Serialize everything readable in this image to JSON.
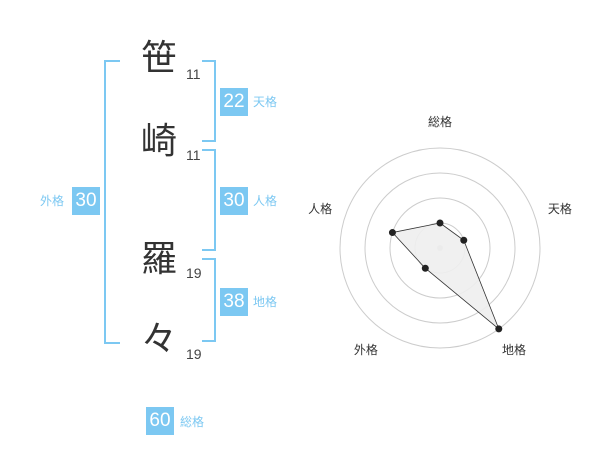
{
  "name": {
    "chars": [
      {
        "char": "笹",
        "strokes": "11"
      },
      {
        "char": "崎",
        "strokes": "11"
      },
      {
        "char": "羅",
        "strokes": "19"
      },
      {
        "char": "々",
        "strokes": "19"
      }
    ]
  },
  "fortunes": {
    "tenkaku": {
      "value": "22",
      "label": "天格"
    },
    "jinkaku": {
      "value": "30",
      "label": "人格"
    },
    "chikaku": {
      "value": "38",
      "label": "地格"
    },
    "gaikaku": {
      "value": "30",
      "label": "外格"
    },
    "soukaku": {
      "value": "60",
      "label": "総格"
    }
  },
  "colors": {
    "accent": "#7cc8f2",
    "radar_fill": "#eeeeee",
    "ring": "#cccccc"
  },
  "chart_data": {
    "type": "radar",
    "axes": [
      "総格",
      "天格",
      "地格",
      "外格",
      "人格"
    ],
    "values": [
      1,
      1,
      4,
      1,
      2
    ],
    "rmax": 4,
    "rings": 4
  }
}
